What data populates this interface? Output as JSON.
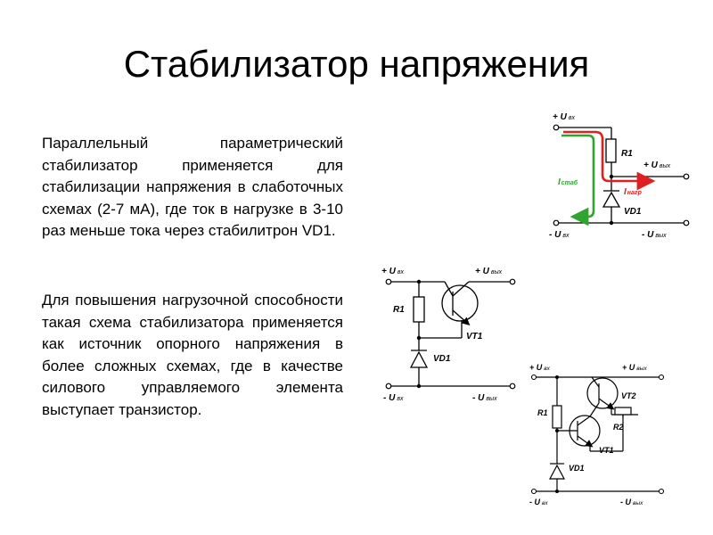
{
  "slide": {
    "title": "Стабилизатор напряжения",
    "paragraph1": "Параллельный параметрический стабилизатор применяется для стабилизации напряжения в слаботочных схемах (2-7 мА), где ток в нагрузке в 3-10 раз меньше тока через стабилитрон VD1.",
    "paragraph2": "Для повышения нагрузочной способности такая схема стабилизатора применяется как источник опорного напряжения в более сложных схемах, где в качестве силового управляемого элемента выступает транзистор."
  },
  "circuit1": {
    "uin_plus": "+ U",
    "uin_sub": "вх",
    "uout_plus": "+ U",
    "uout_sub": "вых",
    "uin_minus": "- U",
    "uin_minus_sub": "вх",
    "uout_minus": "- U",
    "uout_minus_sub": "вых",
    "r1": "R1",
    "vd1": "VD1",
    "i_stab": "I",
    "i_stab_sub": "стаб",
    "i_load": "I",
    "i_load_sub": "нагр",
    "green_color": "#2fa52f",
    "red_color": "#e02020"
  },
  "circuit2": {
    "uin_plus": "+ U",
    "uin_sub": "вх",
    "uout_plus": "+ U",
    "uout_sub": "вых",
    "uin_minus": "- U",
    "uin_minus_sub": "вх",
    "uout_minus": "- U",
    "uout_minus_sub": "вых",
    "r1": "R1",
    "vd1": "VD1",
    "vt1": "VT1"
  },
  "circuit3": {
    "uin_plus": "+ U",
    "uin_sub": "вх",
    "uout_plus": "+ U",
    "uout_sub": "вых",
    "uin_minus": "- U",
    "uin_minus_sub": "вх",
    "uout_minus": "- U",
    "uout_minus_sub": "вых",
    "r1": "R1",
    "r2": "R2",
    "vd1": "VD1",
    "vt1": "VT1",
    "vt2": "VT2"
  }
}
